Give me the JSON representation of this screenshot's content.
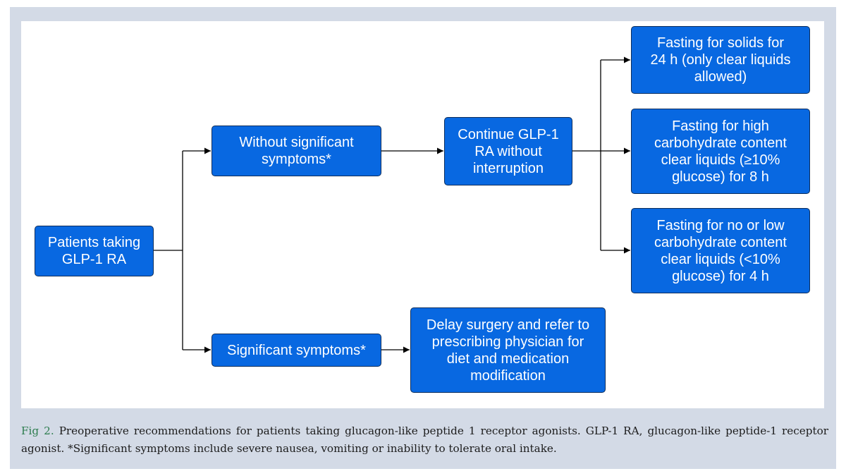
{
  "diagram": {
    "nodes": {
      "patients": "Patients taking\nGLP-1 RA",
      "without_symptoms": "Without significant\nsymptoms*",
      "significant_symptoms": "Significant symptoms*",
      "continue": "Continue GLP-1\nRA without\ninterruption",
      "delay": "Delay surgery and refer to\nprescribing physician for\ndiet and medication\nmodification",
      "fasting_solids": "Fasting for solids for\n24 h (only clear liquids\nallowed)",
      "fasting_high": "Fasting for high\ncarbohydrate content\nclear liquids (≥10%\nglucose) for 8 h",
      "fasting_low": "Fasting for no or low\ncarbohydrate content\nclear liquids (<10%\nglucose) for 4 h"
    }
  },
  "caption": {
    "label": "Fig 2.",
    "text": " Preoperative recommendations for patients taking glucagon-like peptide 1 receptor agonists. GLP-1 RA, glucagon-like peptide-1 receptor agonist. *Significant symptoms include severe nausea, vomiting or inability to tolerate oral intake."
  },
  "colors": {
    "box_fill": "#0868e1",
    "box_border": "#0b2d5c",
    "frame": "#d3dae6",
    "caption_label": "#2e7d4f"
  }
}
